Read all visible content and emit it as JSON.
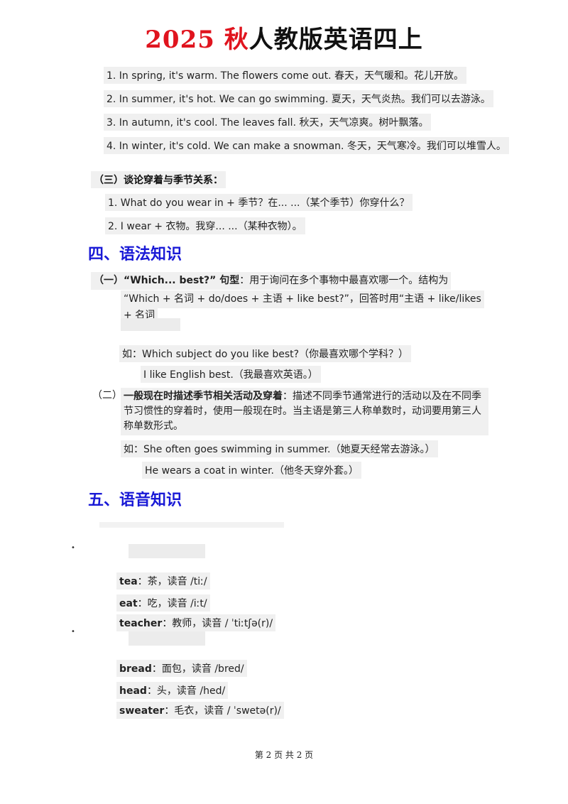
{
  "title": {
    "year": "2025",
    "qiu": "秋",
    "rest": "人教版英语四上"
  },
  "season_lines": [
    "1. In spring, it's warm. The flowers come out. 春天，天气暖和。花儿开放。",
    "2. In summer, it's hot. We can go swimming. 夏天，天气炎热。我们可以去游泳。",
    "3. In autumn, it's cool. The leaves fall. 秋天，天气凉爽。树叶飘落。",
    "4. In winter, it's cold. We can make a snowman. 冬天，天气寒冷。我们可以堆雪人。"
  ],
  "clothes": {
    "heading": "（三）谈论穿着与季节关系：",
    "line1": "1. What do you wear in + 季节？在... ...（某个季节）你穿什么？",
    "line2": "2. I wear + 衣物。我穿... ...（某种衣物）。"
  },
  "grammar": {
    "heading": "四、语法知识",
    "part1": {
      "label": "（一）",
      "bold": "“Which... best?” 句型",
      "text_line1": "：用于询问在多个事物中最喜欢哪一个。结构为",
      "text_line2": "“Which + 名词 + do/does + 主语 + like best?”，回答时用“主语 + like/likes",
      "text_line3": "+ 名词",
      "example_q": "如：Which subject do you like best?（你最喜欢哪个学科？）",
      "example_a": "I like English best.（我最喜欢英语。）"
    },
    "part2": {
      "label": "（二）",
      "bold": "一般现在时描述季节相关活动及穿着",
      "text": "：描述不同季节通常进行的活动以及在不同季节习惯性的穿着时，使用一般现在时。当主语是第三人称单数时，动词要用第三人称单数形式。",
      "example_1": "如：She often goes swimming in summer.（她夏天经常去游泳。）",
      "example_2": "He wears a coat in winter.（他冬天穿外套。）"
    }
  },
  "phonics": {
    "heading": "五、语音知识",
    "group1": [
      {
        "word": "tea",
        "desc": "：茶，读音 /tiː/"
      },
      {
        "word": "eat",
        "desc": "：吃，读音 /iːt/"
      },
      {
        "word": "teacher",
        "desc": "：教师，读音 / ˈtiːtʃə(r)/"
      }
    ],
    "group2": [
      {
        "word": "bread",
        "desc": "：面包，读音 /bred/"
      },
      {
        "word": "head",
        "desc": "：头，读音 /hed/"
      },
      {
        "word": "sweater",
        "desc": "：毛衣，读音 / ˈswetə(r)/"
      }
    ]
  },
  "footer": "第 2 页 共 2 页"
}
